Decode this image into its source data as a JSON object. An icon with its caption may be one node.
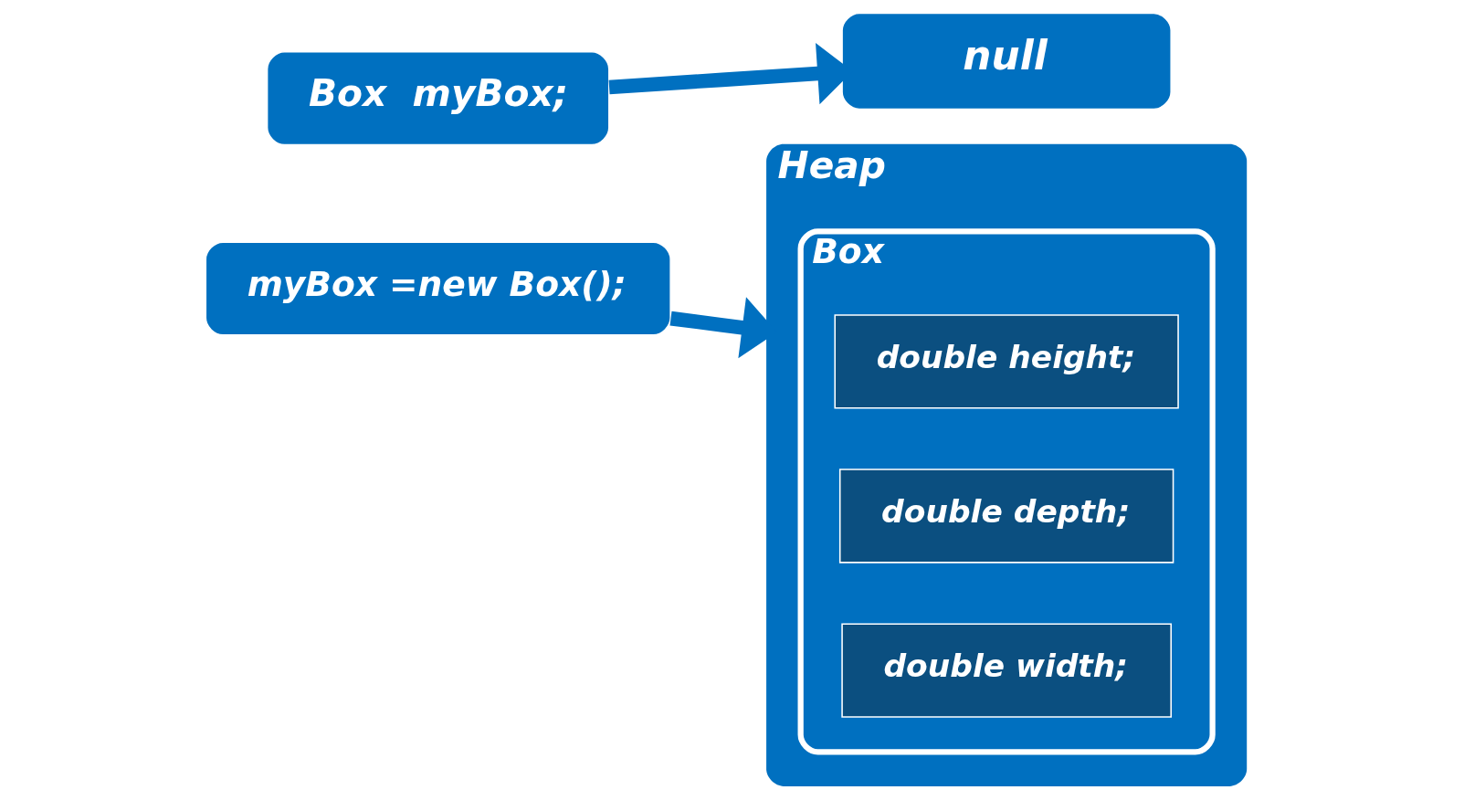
{
  "diagram": {
    "nodes": [
      {
        "text": [
          "Box  myBox;"
        ]
      },
      {
        "text": [
          "null"
        ]
      },
      {
        "text": [
          "myBox =new Box();"
        ]
      },
      {
        "text": [
          "Heap"
        ]
      },
      {
        "text": [
          "Box"
        ],
        "in": 3
      },
      {
        "text": [
          "double height;"
        ],
        "in": 4
      },
      {
        "text": [
          "double depth;"
        ],
        "in": 4
      },
      {
        "text": [
          "double width;"
        ],
        "in": 4
      }
    ],
    "edges": [
      {
        "from": 0,
        "to": 1,
        "arrow": "to"
      },
      {
        "from": 2,
        "to": 3,
        "arrow": "to"
      }
    ]
  }
}
